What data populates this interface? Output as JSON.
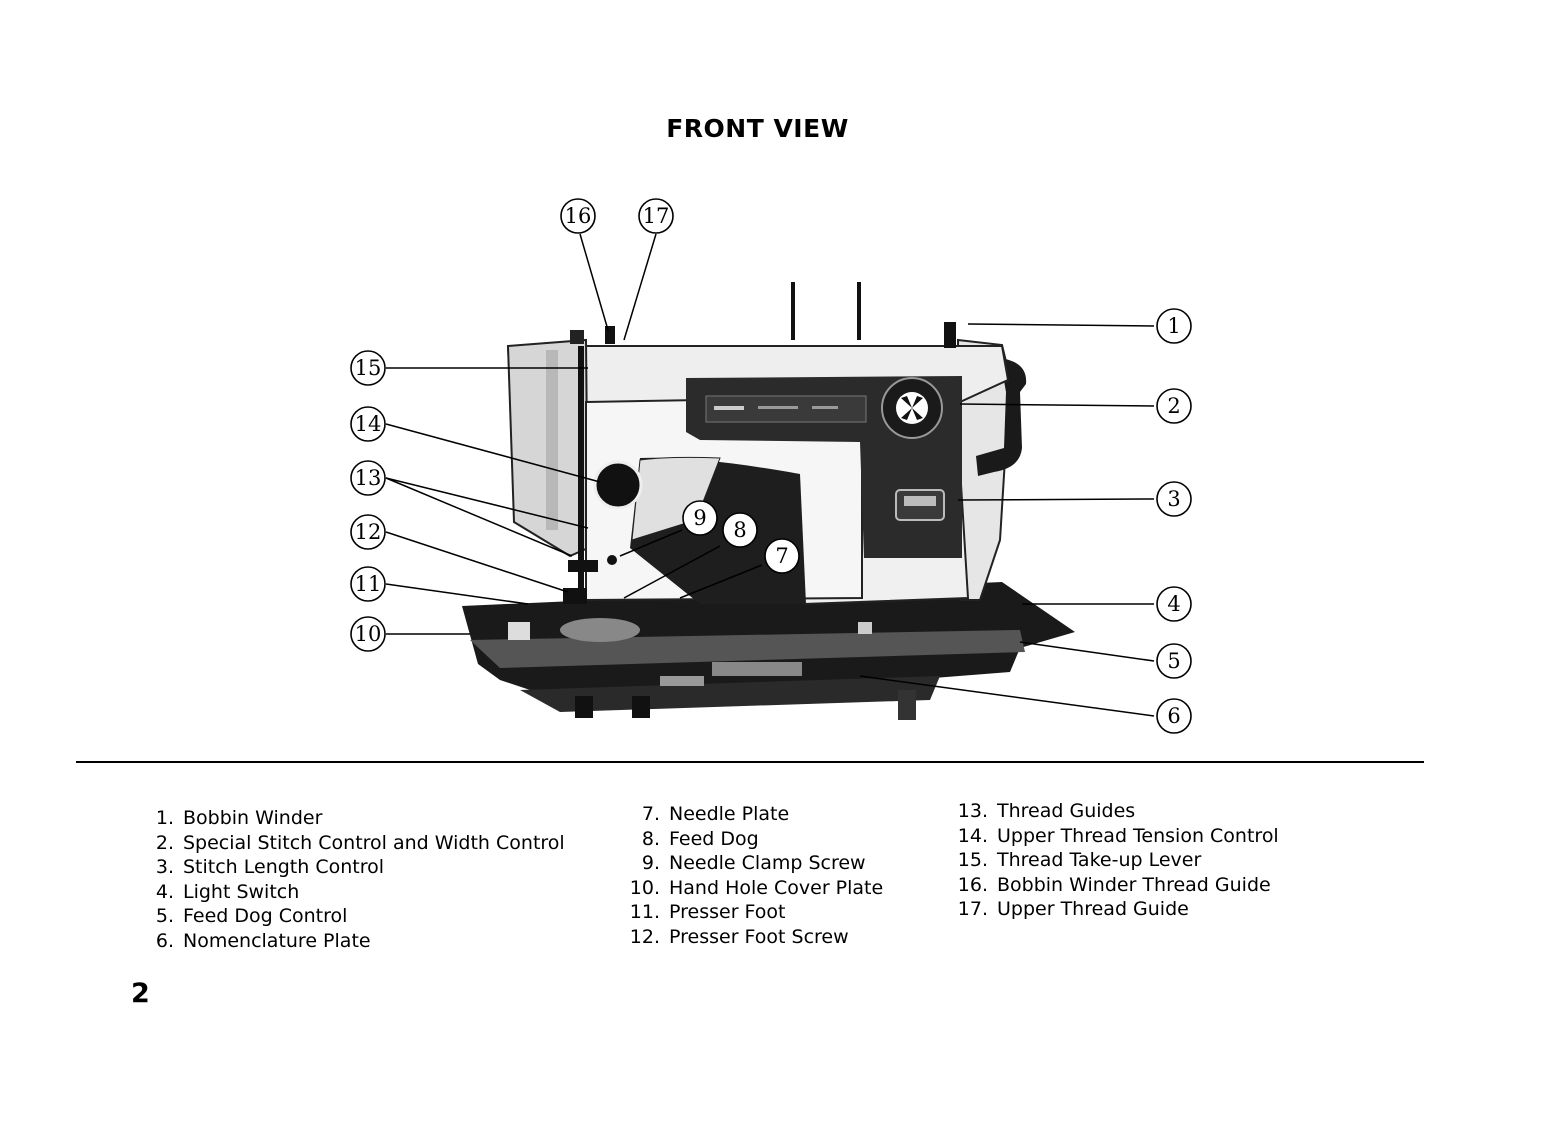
{
  "title": "FRONT VIEW",
  "callouts": [
    "1",
    "2",
    "3",
    "4",
    "5",
    "6",
    "7",
    "8",
    "9",
    "10",
    "11",
    "12",
    "13",
    "14",
    "15",
    "16",
    "17"
  ],
  "parts": {
    "column1": [
      {
        "num": "1.",
        "label": "Bobbin Winder"
      },
      {
        "num": "2.",
        "label": "Special Stitch Control and Width Control"
      },
      {
        "num": "3.",
        "label": "Stitch Length Control"
      },
      {
        "num": "4.",
        "label": "Light Switch"
      },
      {
        "num": "5.",
        "label": "Feed Dog Control"
      },
      {
        "num": "6.",
        "label": "Nomenclature Plate"
      }
    ],
    "column2": [
      {
        "num": "7.",
        "label": "Needle Plate"
      },
      {
        "num": "8.",
        "label": "Feed Dog"
      },
      {
        "num": "9.",
        "label": "Needle Clamp Screw"
      },
      {
        "num": "10.",
        "label": "Hand Hole Cover Plate"
      },
      {
        "num": "11.",
        "label": "Presser Foot"
      },
      {
        "num": "12.",
        "label": "Presser Foot Screw"
      }
    ],
    "column3": [
      {
        "num": "13.",
        "label": "Thread Guides"
      },
      {
        "num": "14.",
        "label": "Upper Thread Tension Control"
      },
      {
        "num": "15.",
        "label": "Thread Take-up Lever"
      },
      {
        "num": "16.",
        "label": "Bobbin Winder Thread Guide"
      },
      {
        "num": "17.",
        "label": "Upper Thread Guide"
      }
    ]
  },
  "page_number": "2"
}
